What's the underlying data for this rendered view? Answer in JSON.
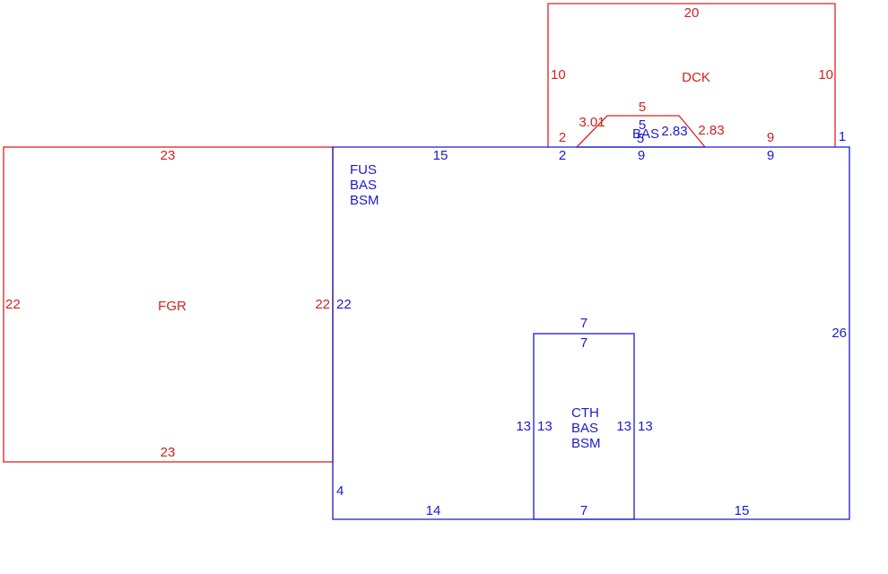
{
  "colors": {
    "exterior": "#d42020",
    "living": "#1a1ad0"
  },
  "areas": {
    "fgr": {
      "name": "FGR",
      "top": "23",
      "bottom": "23",
      "left": "22",
      "right": "22"
    },
    "dck": {
      "name": "DCK",
      "top": "20",
      "left": "10",
      "right": "10",
      "left_step": "2",
      "right_step": "9",
      "corner": "1"
    },
    "bay": {
      "top_red": "5",
      "left_red": "3.01",
      "right_red": "2.83",
      "top_blue": "5",
      "label": "BAS",
      "right_blue": "2.83",
      "left_blue": "5",
      "base_blue": "9"
    },
    "main": {
      "lines": [
        "FUS",
        "BAS",
        "BSM"
      ],
      "top_left": "15",
      "top_mid": "2",
      "top_right": "9",
      "left": "22",
      "right": "26",
      "left_lower": "4",
      "bottom_left": "14",
      "bottom_right": "15"
    },
    "cth": {
      "lines": [
        "CTH",
        "BAS",
        "BSM"
      ],
      "top_outer": "7",
      "top_inner": "7",
      "left_outer": "13",
      "left_inner": "13",
      "right_inner": "13",
      "right_outer": "13",
      "bottom": "7"
    }
  }
}
